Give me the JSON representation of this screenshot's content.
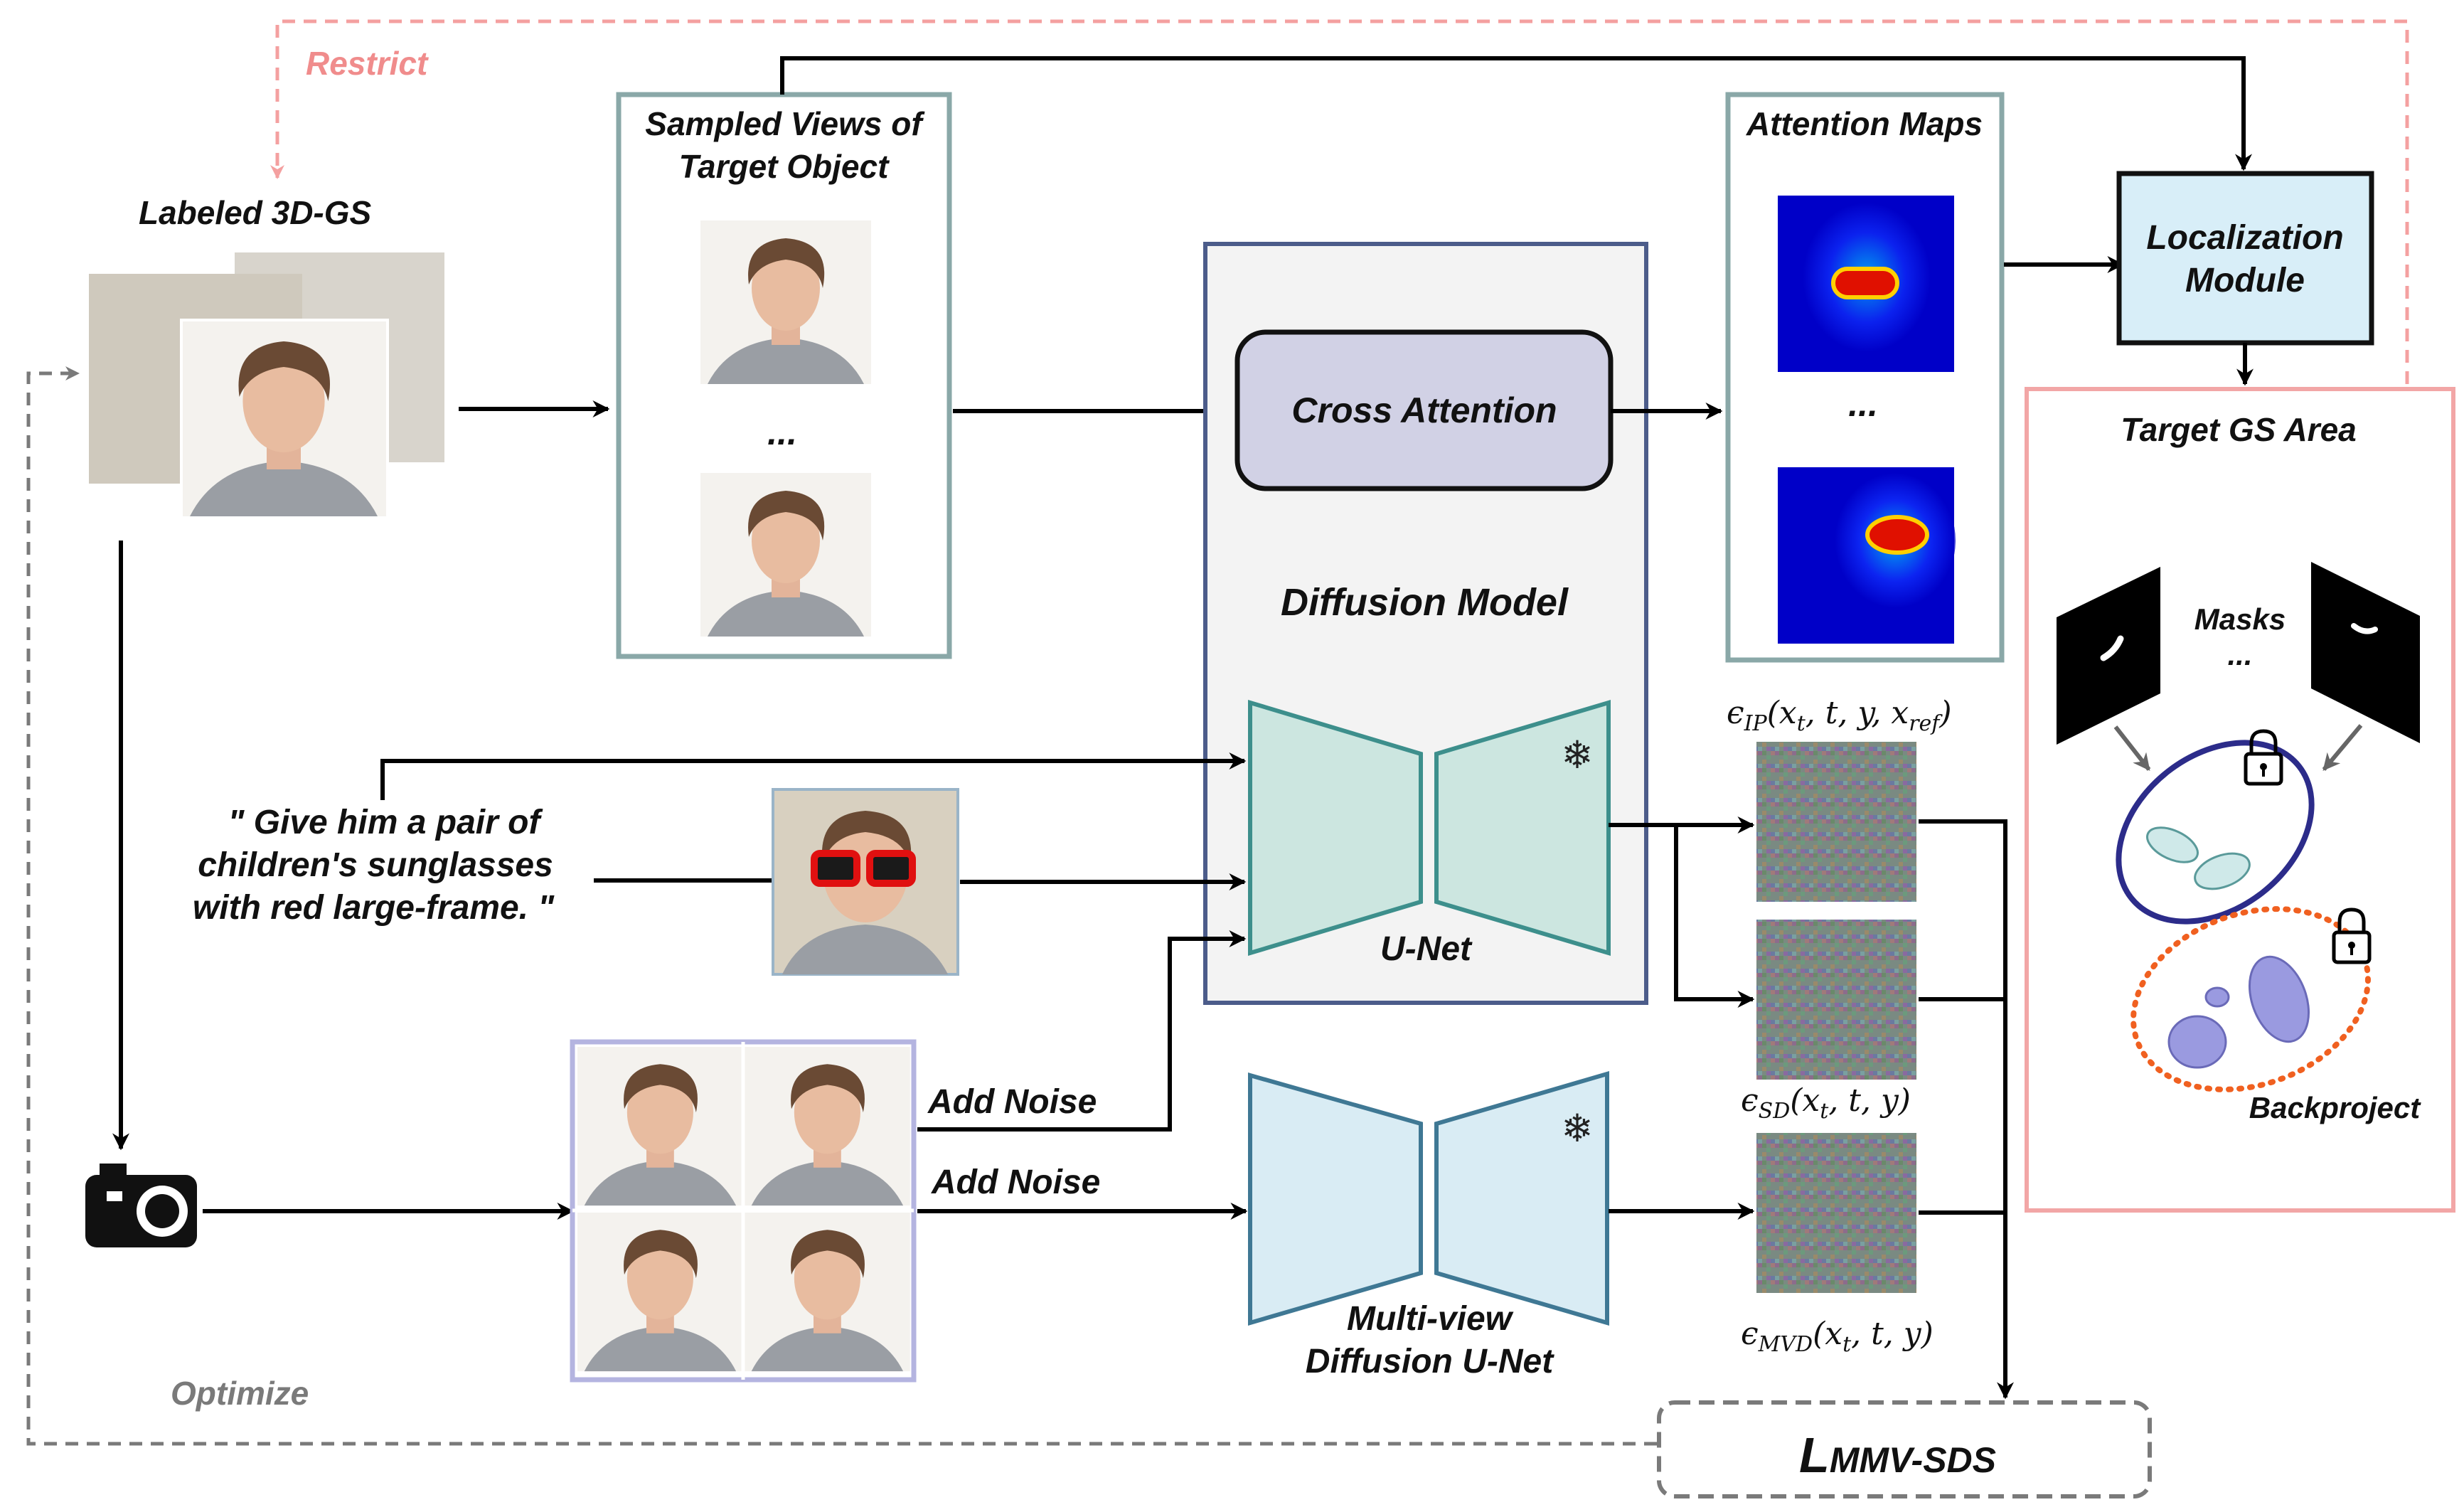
{
  "labels": {
    "restrict": "Restrict",
    "labeled_3dgs": "Labeled 3D-GS",
    "sampled_views_line1": "Sampled Views of",
    "sampled_views_line2": "Target Object",
    "ellipsis_views": "...",
    "attention_maps": "Attention Maps",
    "ellipsis_maps": "...",
    "localization_line1": "Localization",
    "localization_line2": "Module",
    "target_gs_area": "Target GS Area",
    "masks": "Masks",
    "ellipsis_masks": "...",
    "backproject": "Backproject",
    "cross_attention": "Cross Attention",
    "diffusion_model": "Diffusion Model",
    "unet": "U-Net",
    "prompt_line1": "\" Give him a pair of",
    "prompt_line2": "children's sunglasses",
    "prompt_line3": "with red large-frame. \"",
    "add_noise_1": "Add Noise",
    "add_noise_2": "Add Noise",
    "mv_unet_line1": "Multi-view",
    "mv_unet_line2": "Diffusion U-Net",
    "optimize": "Optimize",
    "eps_ip_sym": "ϵ",
    "eps_ip_sub": "IP",
    "eps_ip_args": "(x",
    "eps_ip_args_sub": "t",
    "eps_ip_args_rest": ", t, y, x",
    "eps_ip_ref_sub": "ref",
    "eps_ip_close": ")",
    "eps_sd_sym": "ϵ",
    "eps_sd_sub": "SD",
    "eps_sd_args": "(x",
    "eps_sd_args_sub": "t",
    "eps_sd_rest": ", t, y)",
    "eps_mvd_sym": "ϵ",
    "eps_mvd_sub": "MVD",
    "eps_mvd_args": "(x",
    "eps_mvd_args_sub": "t",
    "eps_mvd_rest": ", t, y)",
    "loss_main": "L",
    "loss_sub": "MMV-SDS"
  },
  "icons": {
    "snowflake": "❄",
    "lock": "lock-icon",
    "camera": "camera-icon"
  },
  "colors": {
    "restrict_pink": "#f4a0a0",
    "optimize_gray": "#7a7a7a",
    "cross_attention_fill": "#d1d1e5",
    "diffusion_box_border": "#4c5c8a",
    "unet_fill": "#cce6e0",
    "unet_border": "#3d8f8c",
    "mv_unet_fill": "#d9ecf4",
    "mv_unet_border": "#3f7894",
    "localization_fill": "#d8eef8",
    "target_area_border": "#f2a6a6",
    "views_border": "#8aa8a8",
    "masked_ellipse_navy": "#2c2c8a",
    "backproject_ellipse_orange": "#f06020",
    "heatmap_hot": "#ff2000"
  }
}
